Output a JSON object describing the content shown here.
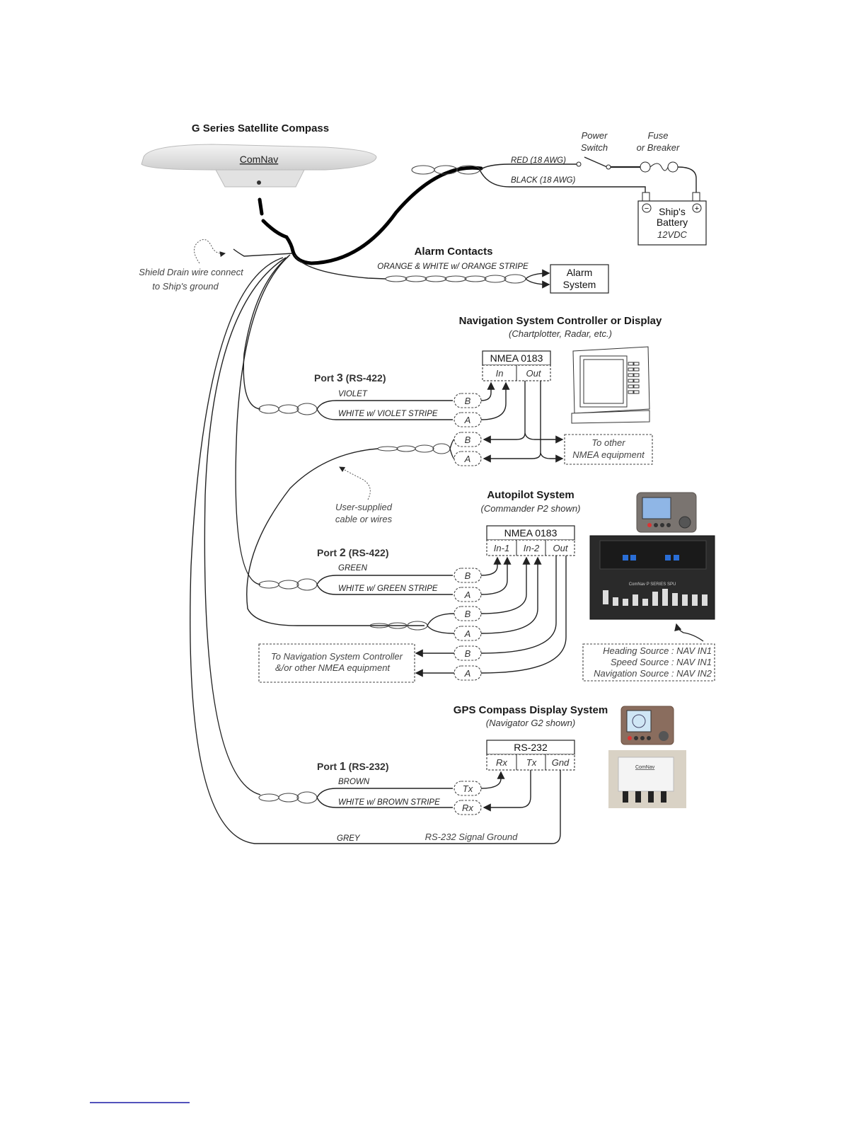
{
  "compass": {
    "title": "G Series Satellite Compass",
    "brand": "ComNav"
  },
  "power": {
    "switch_label_1": "Power",
    "switch_label_2": "Switch",
    "fuse_label_1": "Fuse",
    "fuse_label_2": "or Breaker",
    "red_wire": "RED (18 AWG)",
    "black_wire": "BLACK (18 AWG)",
    "battery_line_1": "Ship's",
    "battery_line_2": "Battery",
    "battery_line_3": "12VDC",
    "neg": "−",
    "pos": "+"
  },
  "shield": {
    "line_1": "Shield Drain wire connect",
    "line_2": "to Ship's ground"
  },
  "alarm": {
    "title": "Alarm Contacts",
    "wires": "ORANGE & WHITE w/ ORANGE STRIPE",
    "box_line_1": "Alarm",
    "box_line_2": "System"
  },
  "nav": {
    "title": "Navigation System Controller or Display",
    "subtitle": "(Chartplotter, Radar, etc.)",
    "nmea": "NMEA 0183",
    "in": "In",
    "out": "Out",
    "other_1": "To other",
    "other_2": "NMEA equipment"
  },
  "port3": {
    "label_prefix": "Port ",
    "num": "3",
    "proto": " (RS-422)",
    "wire_1": "VIOLET",
    "wire_2": "WHITE w/ VIOLET STRIPE",
    "pins": [
      "B",
      "A",
      "B",
      "A"
    ]
  },
  "user_supplied": {
    "line_1": "User-supplied",
    "line_2": "cable or wires"
  },
  "autopilot": {
    "title": "Autopilot System",
    "subtitle": "(Commander P2 shown)",
    "nmea": "NMEA 0183",
    "in1": "In-1",
    "in2": "In-2",
    "out": "Out",
    "sources": [
      "Heading Source : NAV IN1",
      "Speed Source : NAV IN1",
      "Navigation Source : NAV IN2"
    ],
    "spu_label": "ComNav P SERIES SPU"
  },
  "port2": {
    "label_prefix": "Port ",
    "num": "2",
    "proto": " (RS-422)",
    "wire_1": "GREEN",
    "wire_2": "WHITE w/ GREEN STRIPE",
    "pins": [
      "B",
      "A",
      "B",
      "A",
      "B",
      "A"
    ],
    "to_nav_1": "To Navigation System Controller",
    "to_nav_2": "&/or other NMEA equipment"
  },
  "gps_display": {
    "title": "GPS Compass Display System",
    "subtitle": "(Navigator G2 shown)",
    "rs232": "RS-232",
    "rx": "Rx",
    "tx": "Tx",
    "gnd": "Gnd"
  },
  "port1": {
    "label_prefix": "Port ",
    "num": "1",
    "proto": "  (RS-232)",
    "wire_1": "BROWN",
    "wire_2": "WHITE w/ BROWN STRIPE",
    "pins": [
      "Tx",
      "Rx"
    ],
    "grey": "GREY",
    "signal_ground": "RS-232 Signal Ground"
  }
}
